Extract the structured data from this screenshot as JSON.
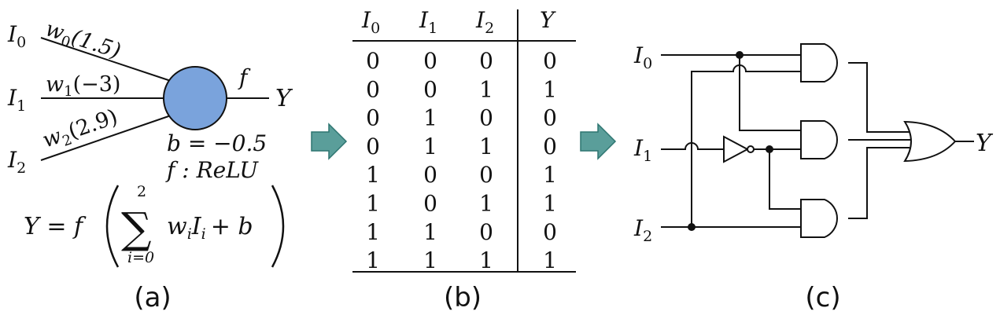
{
  "neuron": {
    "inputs": [
      {
        "label": "I",
        "sub": "0",
        "weight_sym": "w",
        "weight_sub": "0",
        "weight_val": "(1.5)"
      },
      {
        "label": "I",
        "sub": "1",
        "weight_sym": "w",
        "weight_sub": "1",
        "weight_val": "(−3)"
      },
      {
        "label": "I",
        "sub": "2",
        "weight_sym": "w",
        "weight_sub": "2",
        "weight_val": "(2.9)"
      }
    ],
    "activation_symbol": "f",
    "output_label": "Y",
    "bias_text": "b = −0.5",
    "activation_text": "f : ReLU",
    "formula": {
      "lhs": "Y = f",
      "sum_upper": "2",
      "sum_lower": "i=0",
      "sum_symbol": "∑",
      "body_w": "w",
      "body_w_sub": "i",
      "body_i": "I",
      "body_i_sub": "i",
      "body_tail": "+ b"
    },
    "node_color": "#7aa3dc",
    "caption": "(a)"
  },
  "arrow_color": "#5a9e9a",
  "truth_table": {
    "headers": [
      {
        "sym": "I",
        "sub": "0"
      },
      {
        "sym": "I",
        "sub": "1"
      },
      {
        "sym": "I",
        "sub": "2"
      },
      {
        "sym": "Y",
        "sub": ""
      }
    ],
    "rows": [
      [
        "0",
        "0",
        "0",
        "0"
      ],
      [
        "0",
        "0",
        "1",
        "1"
      ],
      [
        "0",
        "1",
        "0",
        "0"
      ],
      [
        "0",
        "1",
        "1",
        "0"
      ],
      [
        "1",
        "0",
        "0",
        "1"
      ],
      [
        "1",
        "0",
        "1",
        "1"
      ],
      [
        "1",
        "1",
        "0",
        "0"
      ],
      [
        "1",
        "1",
        "1",
        "1"
      ]
    ],
    "caption": "(b)"
  },
  "circuit": {
    "inputs": [
      {
        "label": "I",
        "sub": "0"
      },
      {
        "label": "I",
        "sub": "1"
      },
      {
        "label": "I",
        "sub": "2"
      }
    ],
    "output_label": "Y",
    "gates": {
      "and": [
        "AND",
        "AND",
        "AND"
      ],
      "or": "OR",
      "not": "NOT"
    },
    "caption": "(c)"
  }
}
